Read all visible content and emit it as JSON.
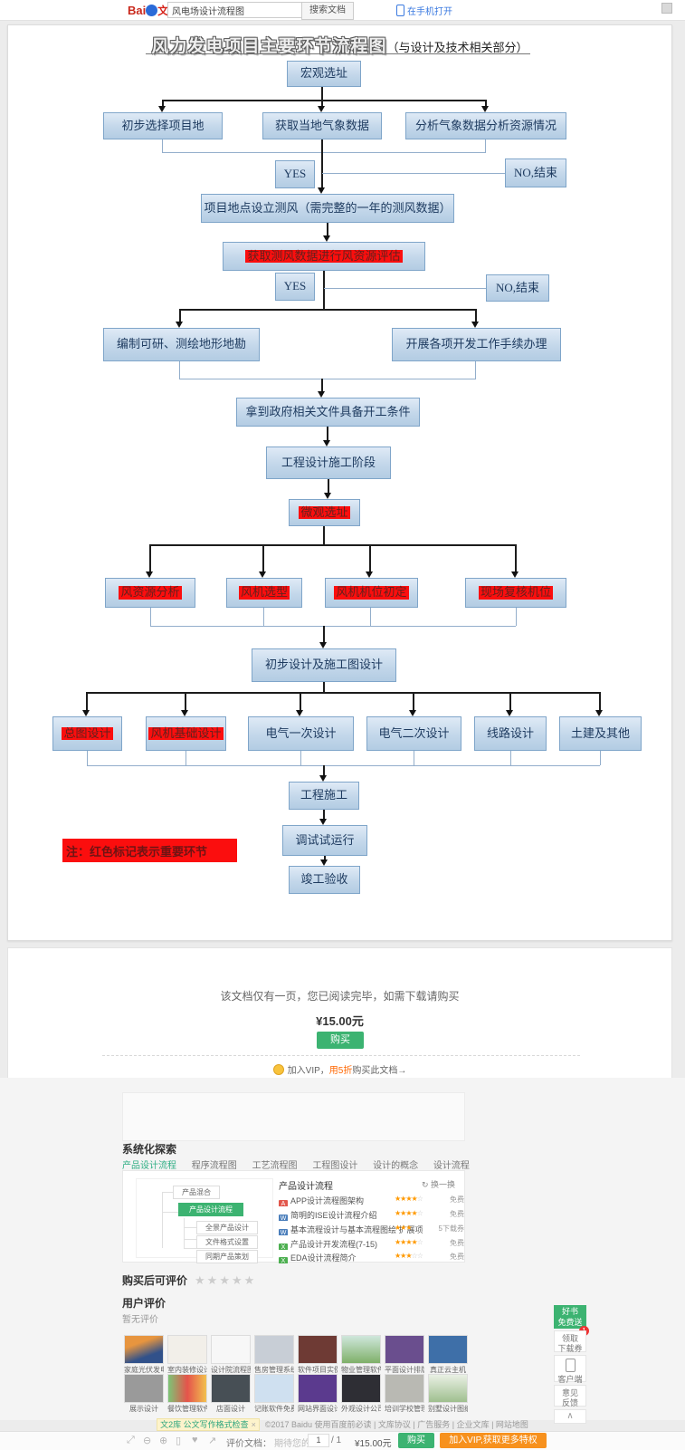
{
  "header": {
    "logo_bai": "Bai",
    "logo_paw": "du",
    "logo_wenku": "文库",
    "search_value": "风电场设计流程图",
    "search_button": "搜索文档",
    "open_mobile": "在手机打开"
  },
  "doc": {
    "title": "风力发电项目主要环节流程图",
    "title_suffix": "（与设计及技术相关部分）",
    "note": "注：红色标记表示重要环节",
    "nodes": {
      "macro": "宏观选址",
      "pick_site": "初步选择项目地",
      "get_weather": "获取当地气象数据",
      "analyze": "分析气象数据分析资源情况",
      "yes1": "YES",
      "no1": "NO,结束",
      "setup_wind": "项目地点设立测风（需完整的一年的测风数据）",
      "assess": "获取测风数据进行风资源评估",
      "yes2": "YES",
      "no2": "NO,结束",
      "feasibility": "编制可研、测绘地形地勘",
      "procedures": "开展各项开发工作手续办理",
      "gov_docs": "拿到政府相关文件具备开工条件",
      "design_stage": "工程设计施工阶段",
      "micro": "微观选址",
      "wind_analysis": "风资源分析",
      "turbine_select": "风机选型",
      "position_init": "风机机位初定",
      "site_verify": "现场复核机位",
      "prelim_design": "初步设计及施工图设计",
      "general_design": "总图设计",
      "foundation_design": "风机基础设计",
      "electrical1": "电气一次设计",
      "electrical2": "电气二次设计",
      "line_design": "线路设计",
      "civil": "土建及其他",
      "construction": "工程施工",
      "commissioning": "调试试运行",
      "acceptance": "竣工验收"
    }
  },
  "purchase": {
    "notice": "该文档仅有一页，您已阅读完毕，如需下载请购买",
    "price": "¥15.00元",
    "buy_button": "购买",
    "vip_prefix": "加入VIP，",
    "vip_highlight": "用5折",
    "vip_suffix": "购买此文档→"
  },
  "explore": {
    "title": "系统化探索",
    "tabs": [
      "产品设计流程",
      "程序流程图",
      "工艺流程图",
      "工程图设计",
      "设计的概念",
      "设计流程"
    ],
    "tree": {
      "root": "产品混合",
      "active": "产品设计流程",
      "child1": "全景产品设计",
      "child2": "文件格式设置",
      "child3": "同期产品策划"
    },
    "list": {
      "title": "产品设计流程",
      "refresh": "↻ 换一换",
      "items": [
        {
          "type": "A",
          "name": "APP设计流程图架构",
          "stars_on": "★★★★",
          "stars_off": "☆",
          "price": "免费"
        },
        {
          "type": "W",
          "name": "简明的ISE设计流程介绍",
          "stars_on": "★★★★",
          "stars_off": "☆",
          "price": "免费"
        },
        {
          "type": "W",
          "name": "基本流程设计与基本流程图绘 扩展项",
          "stars_on": "★★★",
          "stars_off": "☆☆",
          "price": "5下载券"
        },
        {
          "type": "X",
          "name": "产品设计开发流程(7-15)",
          "stars_on": "★★★★",
          "stars_off": "☆",
          "price": "免费"
        },
        {
          "type": "X",
          "name": "EDA设计流程简介",
          "stars_on": "★★★",
          "stars_off": "☆☆",
          "price": "免费"
        }
      ]
    }
  },
  "reviews": {
    "buy_to_review": "购买后可评价",
    "stars_empty": "★★★★★",
    "user_reviews": "用户评价",
    "no_reviews": "暂无评价"
  },
  "related": {
    "row1": [
      "家庭光伏发电",
      "室内装修设计规",
      "设计院流程图",
      "售房管理系统",
      "软件项目实例",
      "物业管理软件",
      "平面设计排版",
      "真正云主机"
    ],
    "row2": [
      "展示设计",
      "餐饮管理软件",
      "店面设计",
      "记账软件免费版",
      "网站界面设计",
      "外观设计公司",
      "培训学校管理系统",
      "别墅设计图纸图"
    ]
  },
  "footer": {
    "promo": "文2库 公文写作格式检查",
    "promo_close": "×",
    "copyright": "©2017 Baidu 使用百度前必读 | 文库协议 | 广告服务 | 企业文库 | 网站地图"
  },
  "toolbar": {
    "fit_icon": "⤢",
    "zoomout_icon": "⊖",
    "zoomin_icon": "⊕",
    "bookmark_icon": "▯",
    "heart_icon": "♥",
    "share_icon": "↗",
    "rate_label": "评价文档：",
    "rate_hint": "期待您的评价",
    "page_current": "1",
    "page_total": "/ 1",
    "price": "¥15.00元",
    "buy": "购买",
    "vip": "加入VIP,获取更多特权"
  },
  "floatbar": {
    "gift_line1": "好书",
    "gift_line2": "免费送",
    "badge": "1",
    "coupon_line1": "领取",
    "coupon_line2": "下载券",
    "client": "客户端",
    "feed_line1": "意见",
    "feed_line2": "反馈",
    "top_icon": "∧"
  }
}
